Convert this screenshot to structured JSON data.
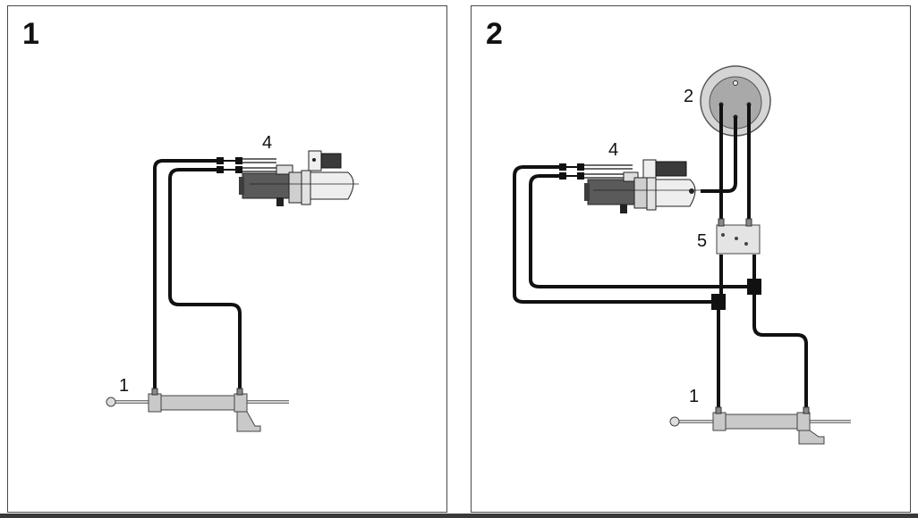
{
  "panels": [
    {
      "number": "1",
      "labels": {
        "cylinder": "1",
        "pump": "4"
      }
    },
    {
      "number": "2",
      "labels": {
        "helm": "2",
        "pump": "4",
        "valve": "5",
        "cylinder": "1"
      }
    }
  ],
  "colors": {
    "hose": "#111111",
    "cylinder": "#c9c9c9",
    "motor": "#5a5a5a",
    "helm_outer": "#d5d5d5",
    "helm_inner": "#a9a9a9",
    "border": "#4a4a4a"
  }
}
